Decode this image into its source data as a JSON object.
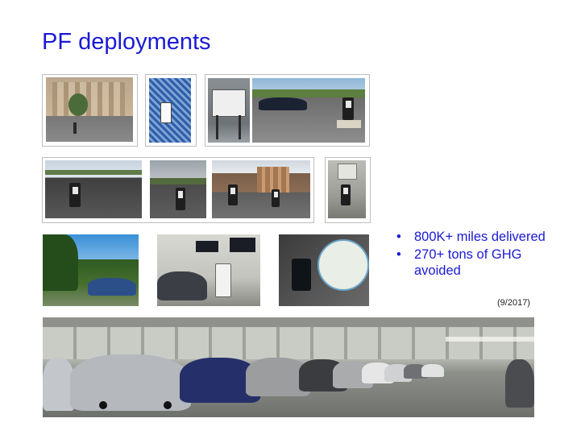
{
  "slide": {
    "title": "PF deployments",
    "bullets": [
      "800K+ miles delivered",
      "270+ tons of GHG avoided"
    ],
    "date_note": "(9/2017)"
  }
}
